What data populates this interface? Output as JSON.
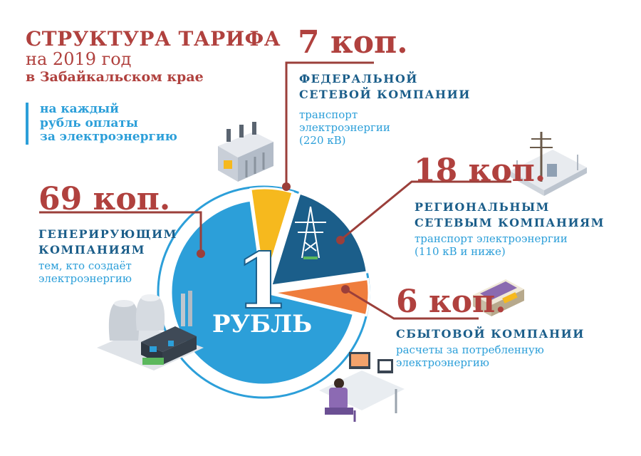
{
  "title": {
    "line1": "СТРУКТУРА ТАРИФА",
    "line2": "на 2019 год",
    "line3": "в Забайкальском крае"
  },
  "subtitle": [
    "на каждый",
    "рубль оплаты",
    "за электроэнергию"
  ],
  "center": {
    "number": "1",
    "label": "РУБЛЬ"
  },
  "colors": {
    "generation": "#2c9fd9",
    "federal": "#f6b91e",
    "regional": "#1b5e8a",
    "sales": "#ef7d3c",
    "accent": "#b0413e",
    "leader": "#9b3f3a"
  },
  "callouts": {
    "generation": {
      "amount": "69 коп.",
      "heading": [
        "ГЕНЕРИРУЮЩИМ",
        "КОМПАНИЯМ"
      ],
      "description": [
        "тем, кто создаёт",
        "электроэнергию"
      ],
      "icon": "power-plant-icon"
    },
    "federal": {
      "amount": "7 коп.",
      "heading": [
        "ФЕДЕРАЛЬНОЙ",
        "СЕТЕВОЙ КОМПАНИИ"
      ],
      "description": [
        "транспорт",
        "электроэнергии",
        "(220 кВ)"
      ],
      "icon": "transformer-icon"
    },
    "regional": {
      "amount": "18 коп.",
      "heading": [
        "РЕГИОНАЛЬНЫМ",
        "СЕТЕВЫМ КОМПАНИЯМ"
      ],
      "description": [
        "транспорт электроэнергии",
        "(110 кВ и ниже)"
      ],
      "icon": "substation-icon"
    },
    "sales": {
      "amount": "6 коп.",
      "heading": [
        "СБЫТОВОЙ КОМПАНИИ"
      ],
      "description": [
        "расчеты за потребленную",
        "электроэнергию"
      ],
      "icon": "money-stack-icon"
    }
  },
  "chart_data": {
    "type": "pie",
    "title": "СТРУКТУРА ТАРИФА на 2019 год в Забайкальском крае",
    "unit": "коп.",
    "total": 100,
    "slices": [
      {
        "name": "ГЕНЕРИРУЮЩИМ КОМПАНИЯМ",
        "value": 69,
        "color": "#2c9fd9"
      },
      {
        "name": "ФЕДЕРАЛЬНОЙ СЕТЕВОЙ КОМПАНИИ",
        "value": 7,
        "color": "#f6b91e"
      },
      {
        "name": "РЕГИОНАЛЬНЫМ СЕТЕВЫМ КОМПАНИЯМ",
        "value": 18,
        "color": "#1b5e8a"
      },
      {
        "name": "СБЫТОВОЙ КОМПАНИИ",
        "value": 6,
        "color": "#ef7d3c"
      }
    ]
  }
}
